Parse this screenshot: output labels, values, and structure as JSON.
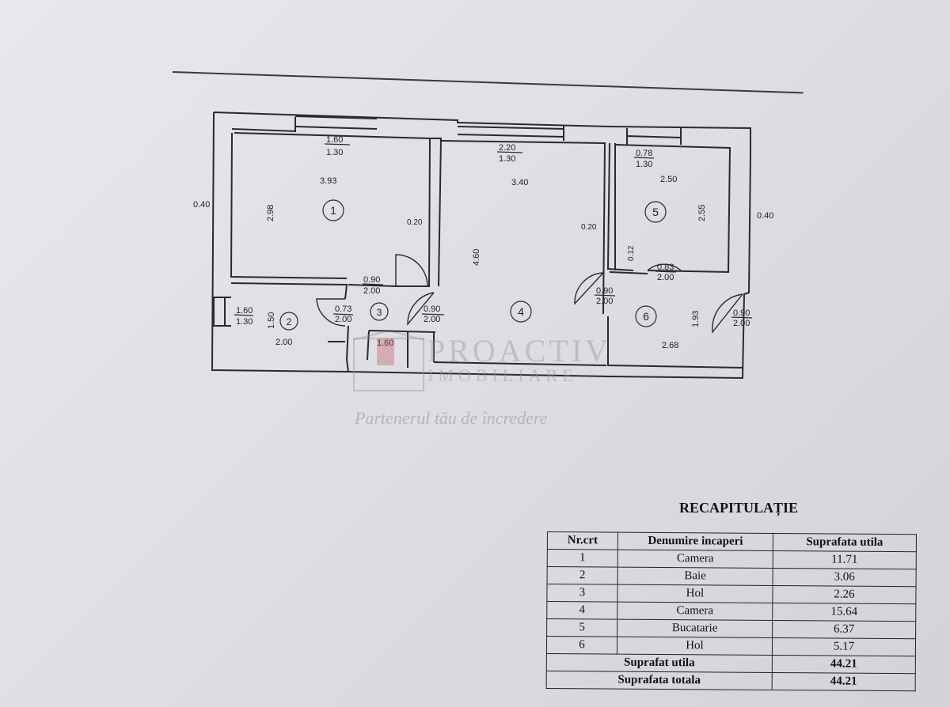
{
  "plan": {
    "rooms": [
      {
        "number": "1",
        "dims": [
          "1.60",
          "1.30",
          "3.93",
          "2.98",
          "0.20"
        ]
      },
      {
        "number": "2",
        "dims": [
          "1.60",
          "1.30",
          "1.50",
          "2.00"
        ]
      },
      {
        "number": "3",
        "dims": [
          "0.90",
          "2.00",
          "0.73",
          "2.00",
          "1.60"
        ]
      },
      {
        "number": "4",
        "dims": [
          "2.20",
          "1.30",
          "3.40",
          "4.60",
          "0.20",
          "0.90",
          "2.00"
        ]
      },
      {
        "number": "5",
        "dims": [
          "0.78",
          "1.30",
          "2.50",
          "2.55",
          "0.12",
          "0.83",
          "2.00"
        ]
      },
      {
        "number": "6",
        "dims": [
          "0.90",
          "2.00",
          "1.93",
          "2.68",
          "0.90",
          "2.00"
        ]
      }
    ],
    "wall_labels": [
      "0.40",
      "0.40"
    ]
  },
  "watermark": {
    "brand": "PROACTIV",
    "sub": "IMOBILIARE",
    "tagline": "Partenerul tău de încredere"
  },
  "recap": {
    "title": "RECAPITULAȚIE",
    "headers": [
      "Nr.crt",
      "Denumire incaperi",
      "Suprafata utila"
    ],
    "rows": [
      [
        "1",
        "Camera",
        "11.71"
      ],
      [
        "2",
        "Baie",
        "3.06"
      ],
      [
        "3",
        "Hol",
        "2.26"
      ],
      [
        "4",
        "Camera",
        "15.64"
      ],
      [
        "5",
        "Bucatarie",
        "6.37"
      ],
      [
        "6",
        "Hol",
        "5.17"
      ]
    ],
    "totals": [
      {
        "label": "Suprafat utila",
        "value": "44.21"
      },
      {
        "label": "Suprafata totala",
        "value": "44.21"
      }
    ]
  }
}
